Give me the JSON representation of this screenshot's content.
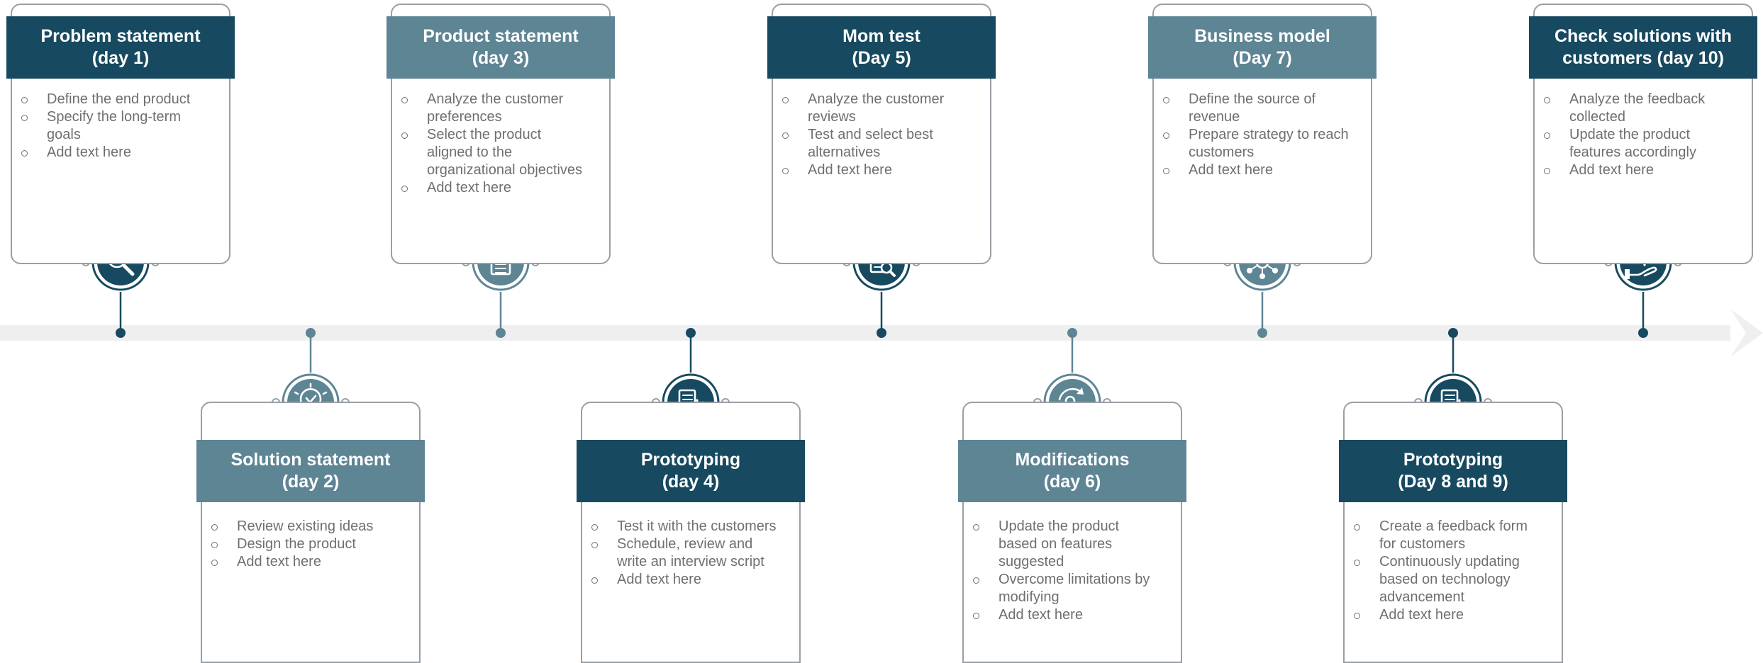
{
  "colors": {
    "dark": "#174a60",
    "light": "#5e8594",
    "timeline": "#efefef",
    "border": "#9a9fa4",
    "text": "#6d6f72"
  },
  "steps": [
    {
      "title_line1": "Problem statement",
      "title_line2": "(day 1)",
      "bullets": [
        "Define the end product",
        "Specify the long-term goals",
        "Add text here"
      ],
      "icon": "magnifier-question-icon",
      "tone": "dark",
      "position": "top"
    },
    {
      "title_line1": "Solution statement",
      "title_line2": "(day 2)",
      "bullets": [
        "Review existing ideas",
        "Design the product",
        "Add text here"
      ],
      "icon": "lightbulb-check-icon",
      "tone": "light",
      "position": "bottom"
    },
    {
      "title_line1": "Product statement",
      "title_line2": "(day 3)",
      "bullets": [
        "Analyze the customer preferences",
        "Select the product aligned to the organizational objectives",
        "Add text here"
      ],
      "icon": "document-icon",
      "tone": "light",
      "position": "top"
    },
    {
      "title_line1": "Prototyping",
      "title_line2": "(day 4)",
      "bullets": [
        "Test it with the customers",
        "Schedule, review and write an interview script",
        "Add text here"
      ],
      "icon": "document-gear-icon",
      "tone": "dark",
      "position": "bottom"
    },
    {
      "title_line1": "Mom test",
      "title_line2": "(Day 5)",
      "bullets": [
        "Analyze the customer reviews",
        "Test and select best alternatives",
        "Add text here"
      ],
      "icon": "report-search-icon",
      "tone": "dark",
      "position": "top"
    },
    {
      "title_line1": "Modifications",
      "title_line2": "(day 6)",
      "bullets": [
        "Update the product based on features suggested",
        "Overcome limitations  by modifying",
        "Add text here"
      ],
      "icon": "gears-cycle-icon",
      "tone": "light",
      "position": "bottom"
    },
    {
      "title_line1": "Business model",
      "title_line2": "(Day 7)",
      "bullets": [
        "Define the source of revenue",
        "Prepare strategy to reach customers",
        "Add text here"
      ],
      "icon": "network-hub-icon",
      "tone": "light",
      "position": "top"
    },
    {
      "title_line1": "Prototyping",
      "title_line2": "(Day 8 and 9)",
      "bullets": [
        "Create a feedback form for customers",
        "Continuously updating based on technology advancement",
        "Add text here"
      ],
      "icon": "document-gear-icon",
      "tone": "dark",
      "position": "bottom"
    },
    {
      "title_line1": "Check solutions with",
      "title_line2": "customers (day 10)",
      "bullets": [
        "Analyze the feedback collected",
        "Update the product features accordingly",
        "Add text here"
      ],
      "icon": "hand-gear-icon",
      "tone": "dark",
      "position": "top"
    }
  ]
}
